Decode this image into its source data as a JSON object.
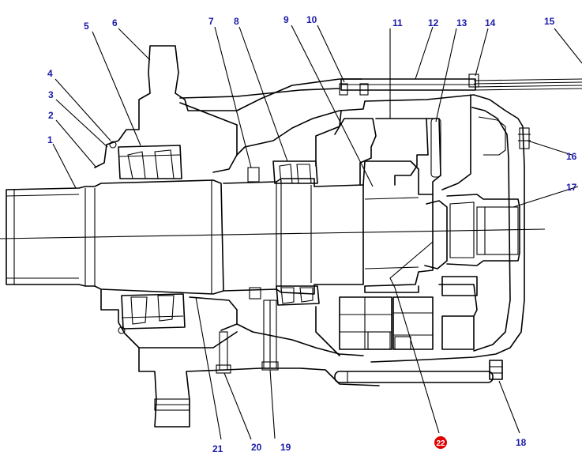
{
  "callouts": [
    {
      "label": "1"
    },
    {
      "label": "2"
    },
    {
      "label": "3"
    },
    {
      "label": "4"
    },
    {
      "label": "5"
    },
    {
      "label": "6"
    },
    {
      "label": "7"
    },
    {
      "label": "8"
    },
    {
      "label": "9"
    },
    {
      "label": "10"
    },
    {
      "label": "11"
    },
    {
      "label": "12"
    },
    {
      "label": "13"
    },
    {
      "label": "14"
    },
    {
      "label": "15"
    },
    {
      "label": "16"
    },
    {
      "label": "17"
    },
    {
      "label": "18"
    },
    {
      "label": "19"
    },
    {
      "label": "20"
    },
    {
      "label": "21"
    },
    {
      "label": "22"
    }
  ],
  "colors": {
    "label_blue": "#1a1aa8",
    "highlight_red": "#e00000",
    "line": "#000000"
  }
}
